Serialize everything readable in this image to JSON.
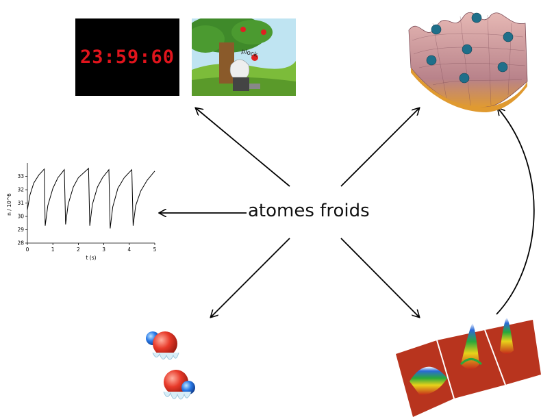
{
  "center_label": "atomes froids",
  "clock": {
    "time": "23:59:60"
  },
  "cartoon": {
    "sound_text": "plock"
  },
  "chart_data": {
    "type": "line",
    "title": "",
    "xlabel": "t (s)",
    "ylabel": "n / 10^6",
    "xlim": [
      0,
      5
    ],
    "ylim": [
      28,
      33.8
    ],
    "x_ticks": [
      "0",
      "1",
      "2",
      "3",
      "4",
      "5"
    ],
    "y_ticks": [
      "28",
      "29",
      "30",
      "31",
      "32",
      "33"
    ],
    "grid": false,
    "series": [
      {
        "values": [
          [
            0,
            30.5
          ],
          [
            0.1,
            31.6
          ],
          [
            0.25,
            32.5
          ],
          [
            0.45,
            33.1
          ],
          [
            0.66,
            33.55
          ],
          [
            0.7,
            29.3
          ],
          [
            0.8,
            30.8
          ],
          [
            1.0,
            32.1
          ],
          [
            1.2,
            32.9
          ],
          [
            1.45,
            33.5
          ],
          [
            1.5,
            29.4
          ],
          [
            1.6,
            30.9
          ],
          [
            1.8,
            32.2
          ],
          [
            2.0,
            32.9
          ],
          [
            2.4,
            33.6
          ],
          [
            2.45,
            29.3
          ],
          [
            2.55,
            30.9
          ],
          [
            2.75,
            32.2
          ],
          [
            2.95,
            32.9
          ],
          [
            3.2,
            33.5
          ],
          [
            3.25,
            29.1
          ],
          [
            3.35,
            30.7
          ],
          [
            3.55,
            32.1
          ],
          [
            3.8,
            32.9
          ],
          [
            4.1,
            33.5
          ],
          [
            4.15,
            29.3
          ],
          [
            4.25,
            30.8
          ],
          [
            4.45,
            31.9
          ],
          [
            4.7,
            32.7
          ],
          [
            5.0,
            33.4
          ]
        ]
      }
    ]
  },
  "colors": {
    "arrow": "#000000",
    "clock_digits": "#e0141c",
    "clock_bg": "#000000"
  },
  "icons": {
    "newton_cartoon": "newton-apple-tree-illustration",
    "optical_lattice": "optical-lattice-atoms-icon",
    "bec_peaks": "bose-einstein-condensate-plot-icon",
    "molecules": "frozen-molecules-icon"
  }
}
